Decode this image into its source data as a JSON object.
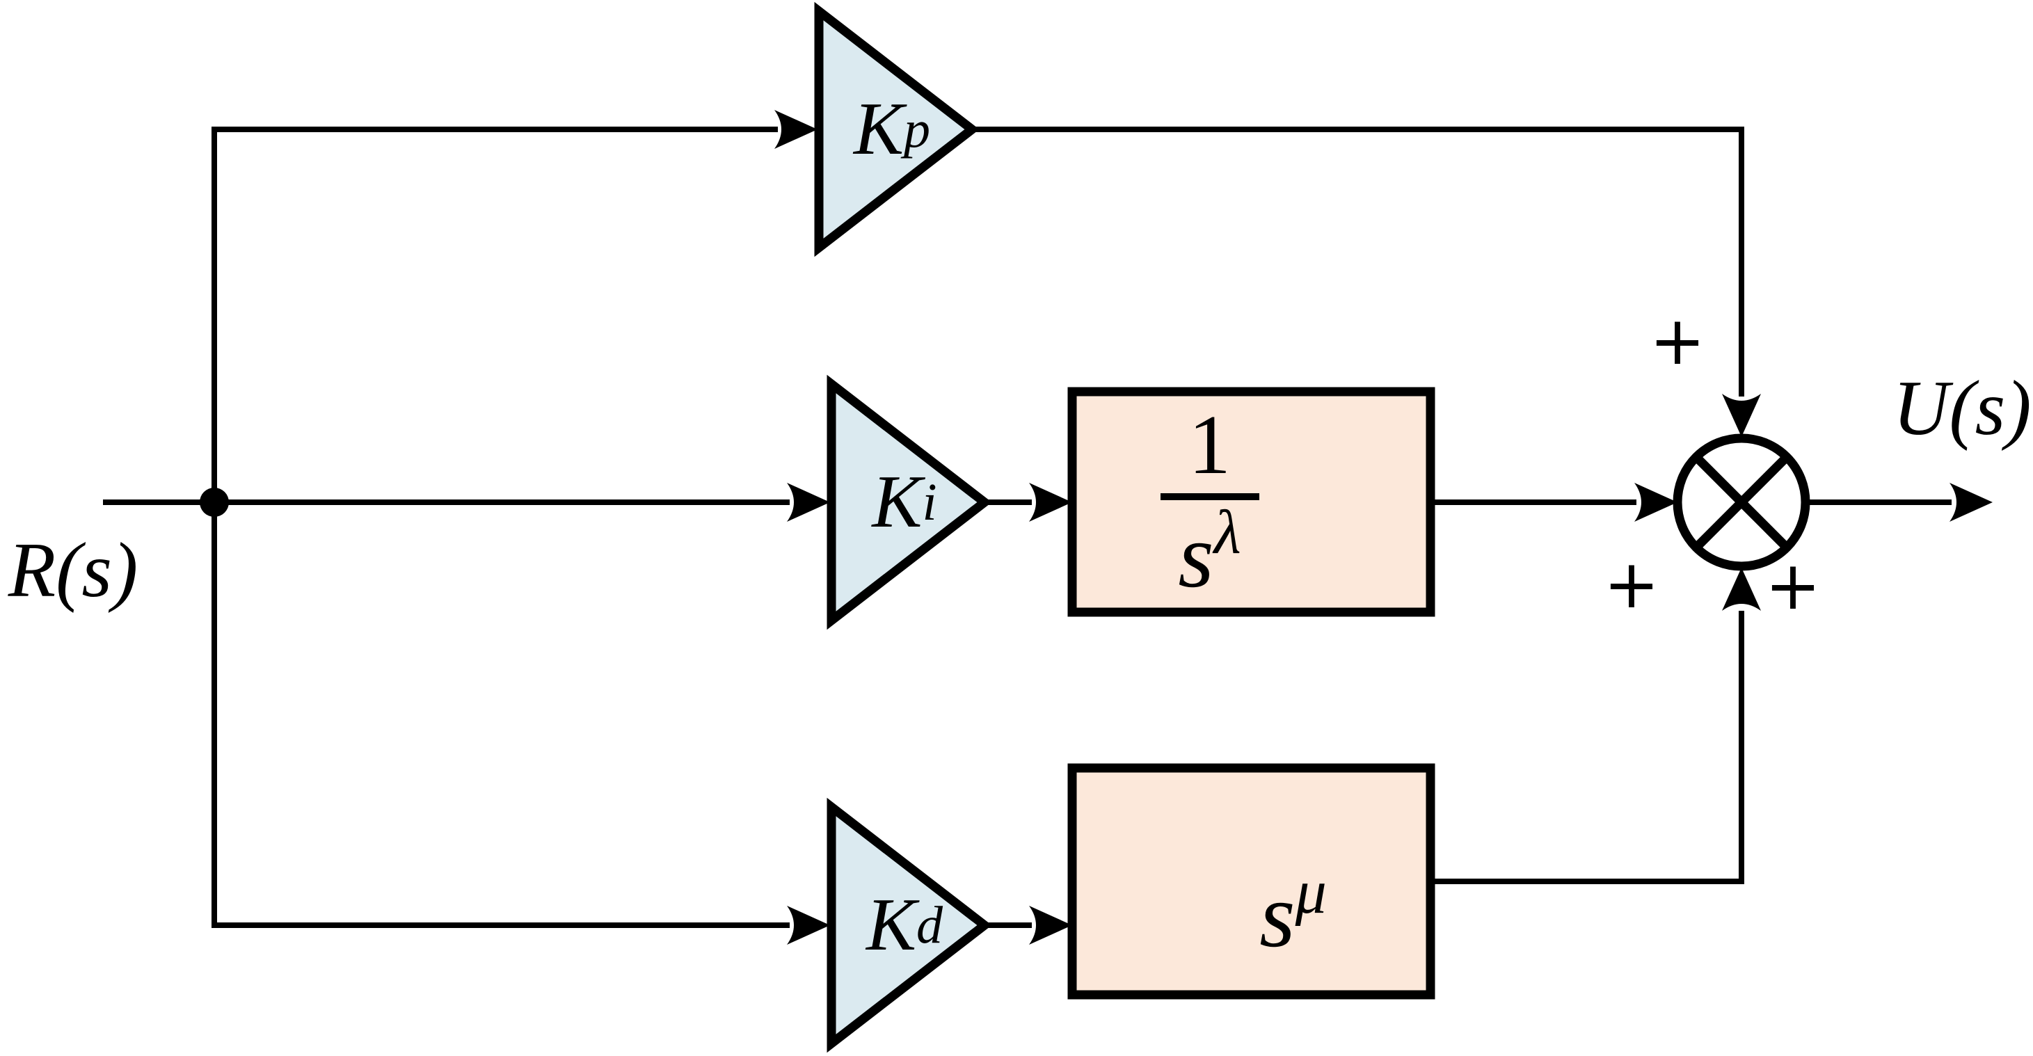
{
  "diagram": {
    "input_label": "R(s)",
    "output_label": "U(s)",
    "gains": [
      {
        "id": "kp",
        "symbol": "K",
        "subscript": "p"
      },
      {
        "id": "ki",
        "symbol": "K",
        "subscript": "i"
      },
      {
        "id": "kd",
        "symbol": "K",
        "subscript": "d"
      }
    ],
    "blocks": [
      {
        "id": "integrator",
        "numerator": "1",
        "base": "s",
        "exponent": "λ"
      },
      {
        "id": "differentiator",
        "base": "s",
        "exponent": "μ"
      }
    ],
    "summing_junction": {
      "symbol": "⊗",
      "sign_top": "+",
      "sign_left": "+",
      "sign_bottom": "+"
    },
    "colors": {
      "gain_fill": "#dbeaf0",
      "block_fill": "#fce8da",
      "stroke": "#000000",
      "background": "#ffffff"
    }
  }
}
